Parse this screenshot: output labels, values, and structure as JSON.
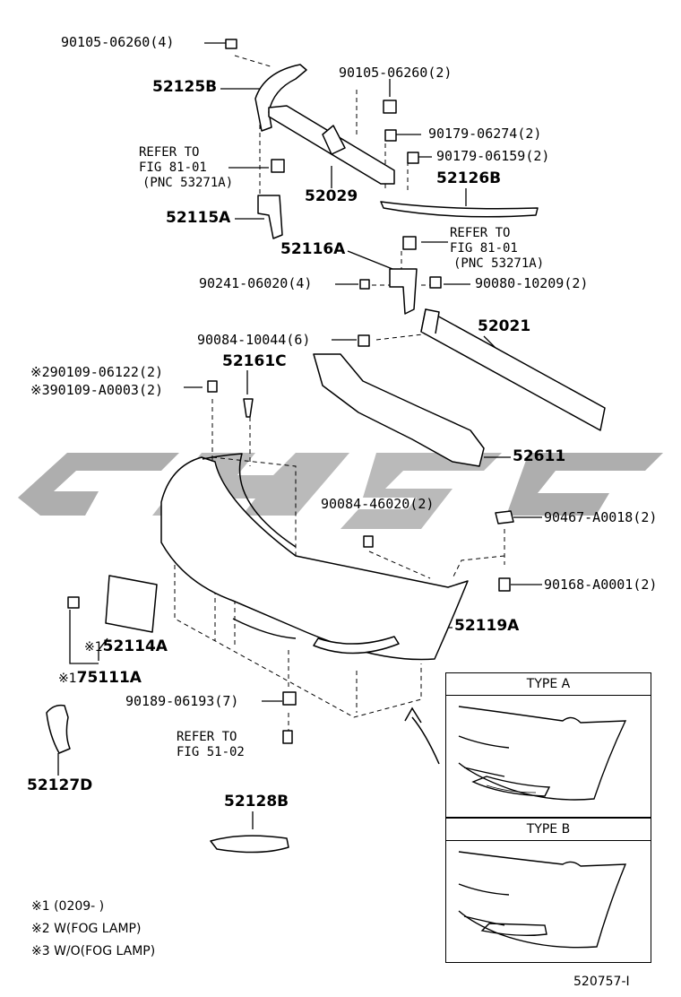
{
  "watermark": "CYSC",
  "parts": {
    "p01": "90105-06260(4)",
    "p02": "52125B",
    "p03": "90105-06260(2)",
    "p04": "90179-06274(2)",
    "p05": "90179-06159(2)",
    "p06": "52029",
    "p07": "52126B",
    "p08": "52115A",
    "p09": "52116A",
    "p10": "90241-06020(4)",
    "p11": "90080-10209(2)",
    "p12": "52021",
    "p13": "90084-10044(6)",
    "p14": "52161C",
    "p15": "90109-06122(2)",
    "p16": "90109-A0003(2)",
    "p17": "52611",
    "p18": "90084-46020(2)",
    "p19": "90467-A0018(2)",
    "p20": "90168-A0001(2)",
    "p21": "52119A",
    "p22": "52114A",
    "p23": "75111A",
    "p24": "90189-06193(7)",
    "p25": "52127D",
    "p26": "52128B"
  },
  "refs": {
    "ref1": [
      "REFER TO",
      "FIG 81-01",
      "(PNC 53271A)"
    ],
    "ref2": [
      "REFER TO",
      "FIG 81-01",
      "(PNC 53271A)"
    ],
    "ref3": [
      "REFER TO",
      "FIG 51-02"
    ]
  },
  "marks": {
    "m1": "※1",
    "m2": "※2",
    "m3": "※3"
  },
  "types": {
    "a": "TYPE A",
    "b": "TYPE B"
  },
  "notes": [
    "※1 (0209-        )",
    "※2 W(FOG LAMP)",
    "※3 W/O(FOG LAMP)"
  ],
  "figure_id": "520757-I"
}
